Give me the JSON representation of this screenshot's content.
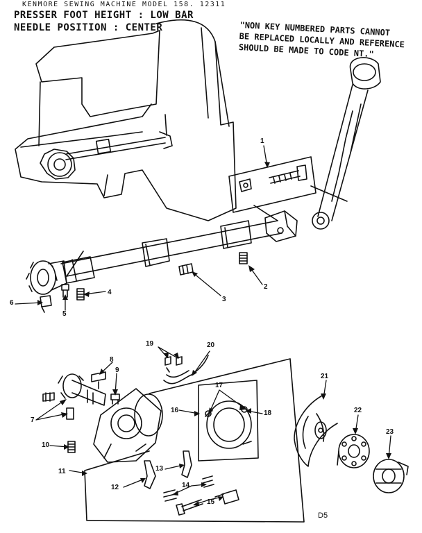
{
  "header": {
    "model_line": "KENMORE SEWING MACHINE MODEL 158. 12311",
    "presser_foot": "PRESSER FOOT HEIGHT : LOW BAR",
    "needle_position": "NEEDLE POSITION : CENTER"
  },
  "note": {
    "line1": "\"NON KEY NUMBERED PARTS CANNOT",
    "line2": "BE REPLACED LOCALLY AND REFERENCE",
    "line3": "SHOULD BE MADE TO CODE NT.\""
  },
  "callouts": [
    "1",
    "2",
    "3",
    "4",
    "5",
    "6",
    "7",
    "8",
    "9",
    "10",
    "11",
    "12",
    "13",
    "14",
    "15",
    "16",
    "17",
    "18",
    "19",
    "20",
    "21",
    "22",
    "23"
  ],
  "page_code": "D5"
}
